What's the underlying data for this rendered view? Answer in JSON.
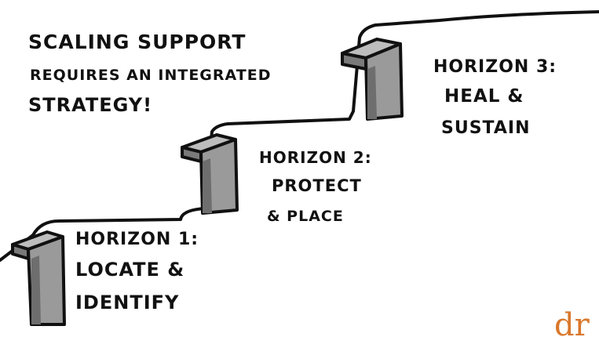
{
  "heading": {
    "lines": [
      "SCALING SUPPORT",
      "REQUIRES AN INTEGRATED",
      "STRATEGY!"
    ]
  },
  "steps": [
    {
      "title": "HORIZON 1:",
      "lines": [
        "LOCATE &",
        "IDENTIFY"
      ]
    },
    {
      "title": "HORIZON 2:",
      "lines": [
        "PROTECT",
        "& PLACE"
      ]
    },
    {
      "title": "HORIZON 3:",
      "lines": [
        "HEAL &",
        "SUSTAIN"
      ]
    }
  ],
  "logo": {
    "text": "dr"
  },
  "colors": {
    "ink": "#111111",
    "pillar": "#9a9a9a",
    "pillar_dark": "#7a7a7a",
    "logo": "#d9772b"
  }
}
